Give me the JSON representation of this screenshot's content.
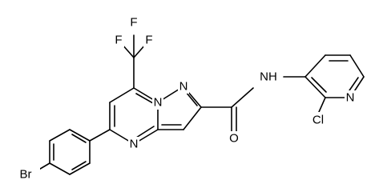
{
  "diagram": {
    "kind": "chemical-structure",
    "atom_labels": {
      "br": "Br",
      "f_left": "F",
      "f_top": "F",
      "f_right": "F",
      "n_bridge": "N",
      "n_pyrazole": "N",
      "n_pyrimidine": "N",
      "nh": "NH",
      "o": "O",
      "n_pyridine": "N",
      "cl": "Cl"
    },
    "colors": {
      "bond": "#000000",
      "label": "#000000",
      "background": "#ffffff"
    }
  }
}
